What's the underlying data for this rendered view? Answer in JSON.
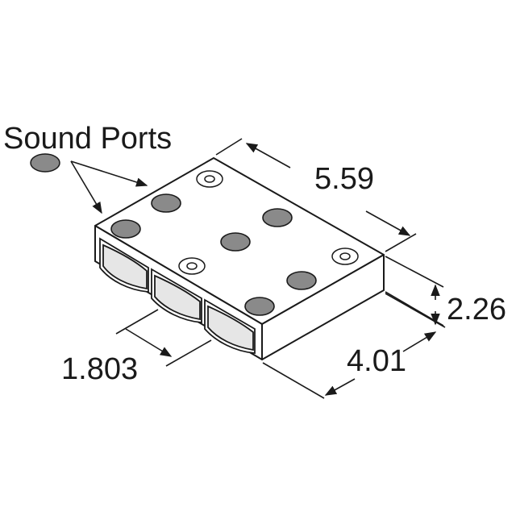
{
  "legend": {
    "label": "Sound Ports",
    "port_color": "#8a8a8a"
  },
  "dimensions": {
    "length": "5.59",
    "height": "2.26",
    "width": "4.01",
    "pitch": "1.803"
  },
  "colors": {
    "outline": "#1a1a1a",
    "body_fill": "#ffffff",
    "port_fill": "#8a8a8a",
    "recess_fill": "#d9d9d9"
  }
}
